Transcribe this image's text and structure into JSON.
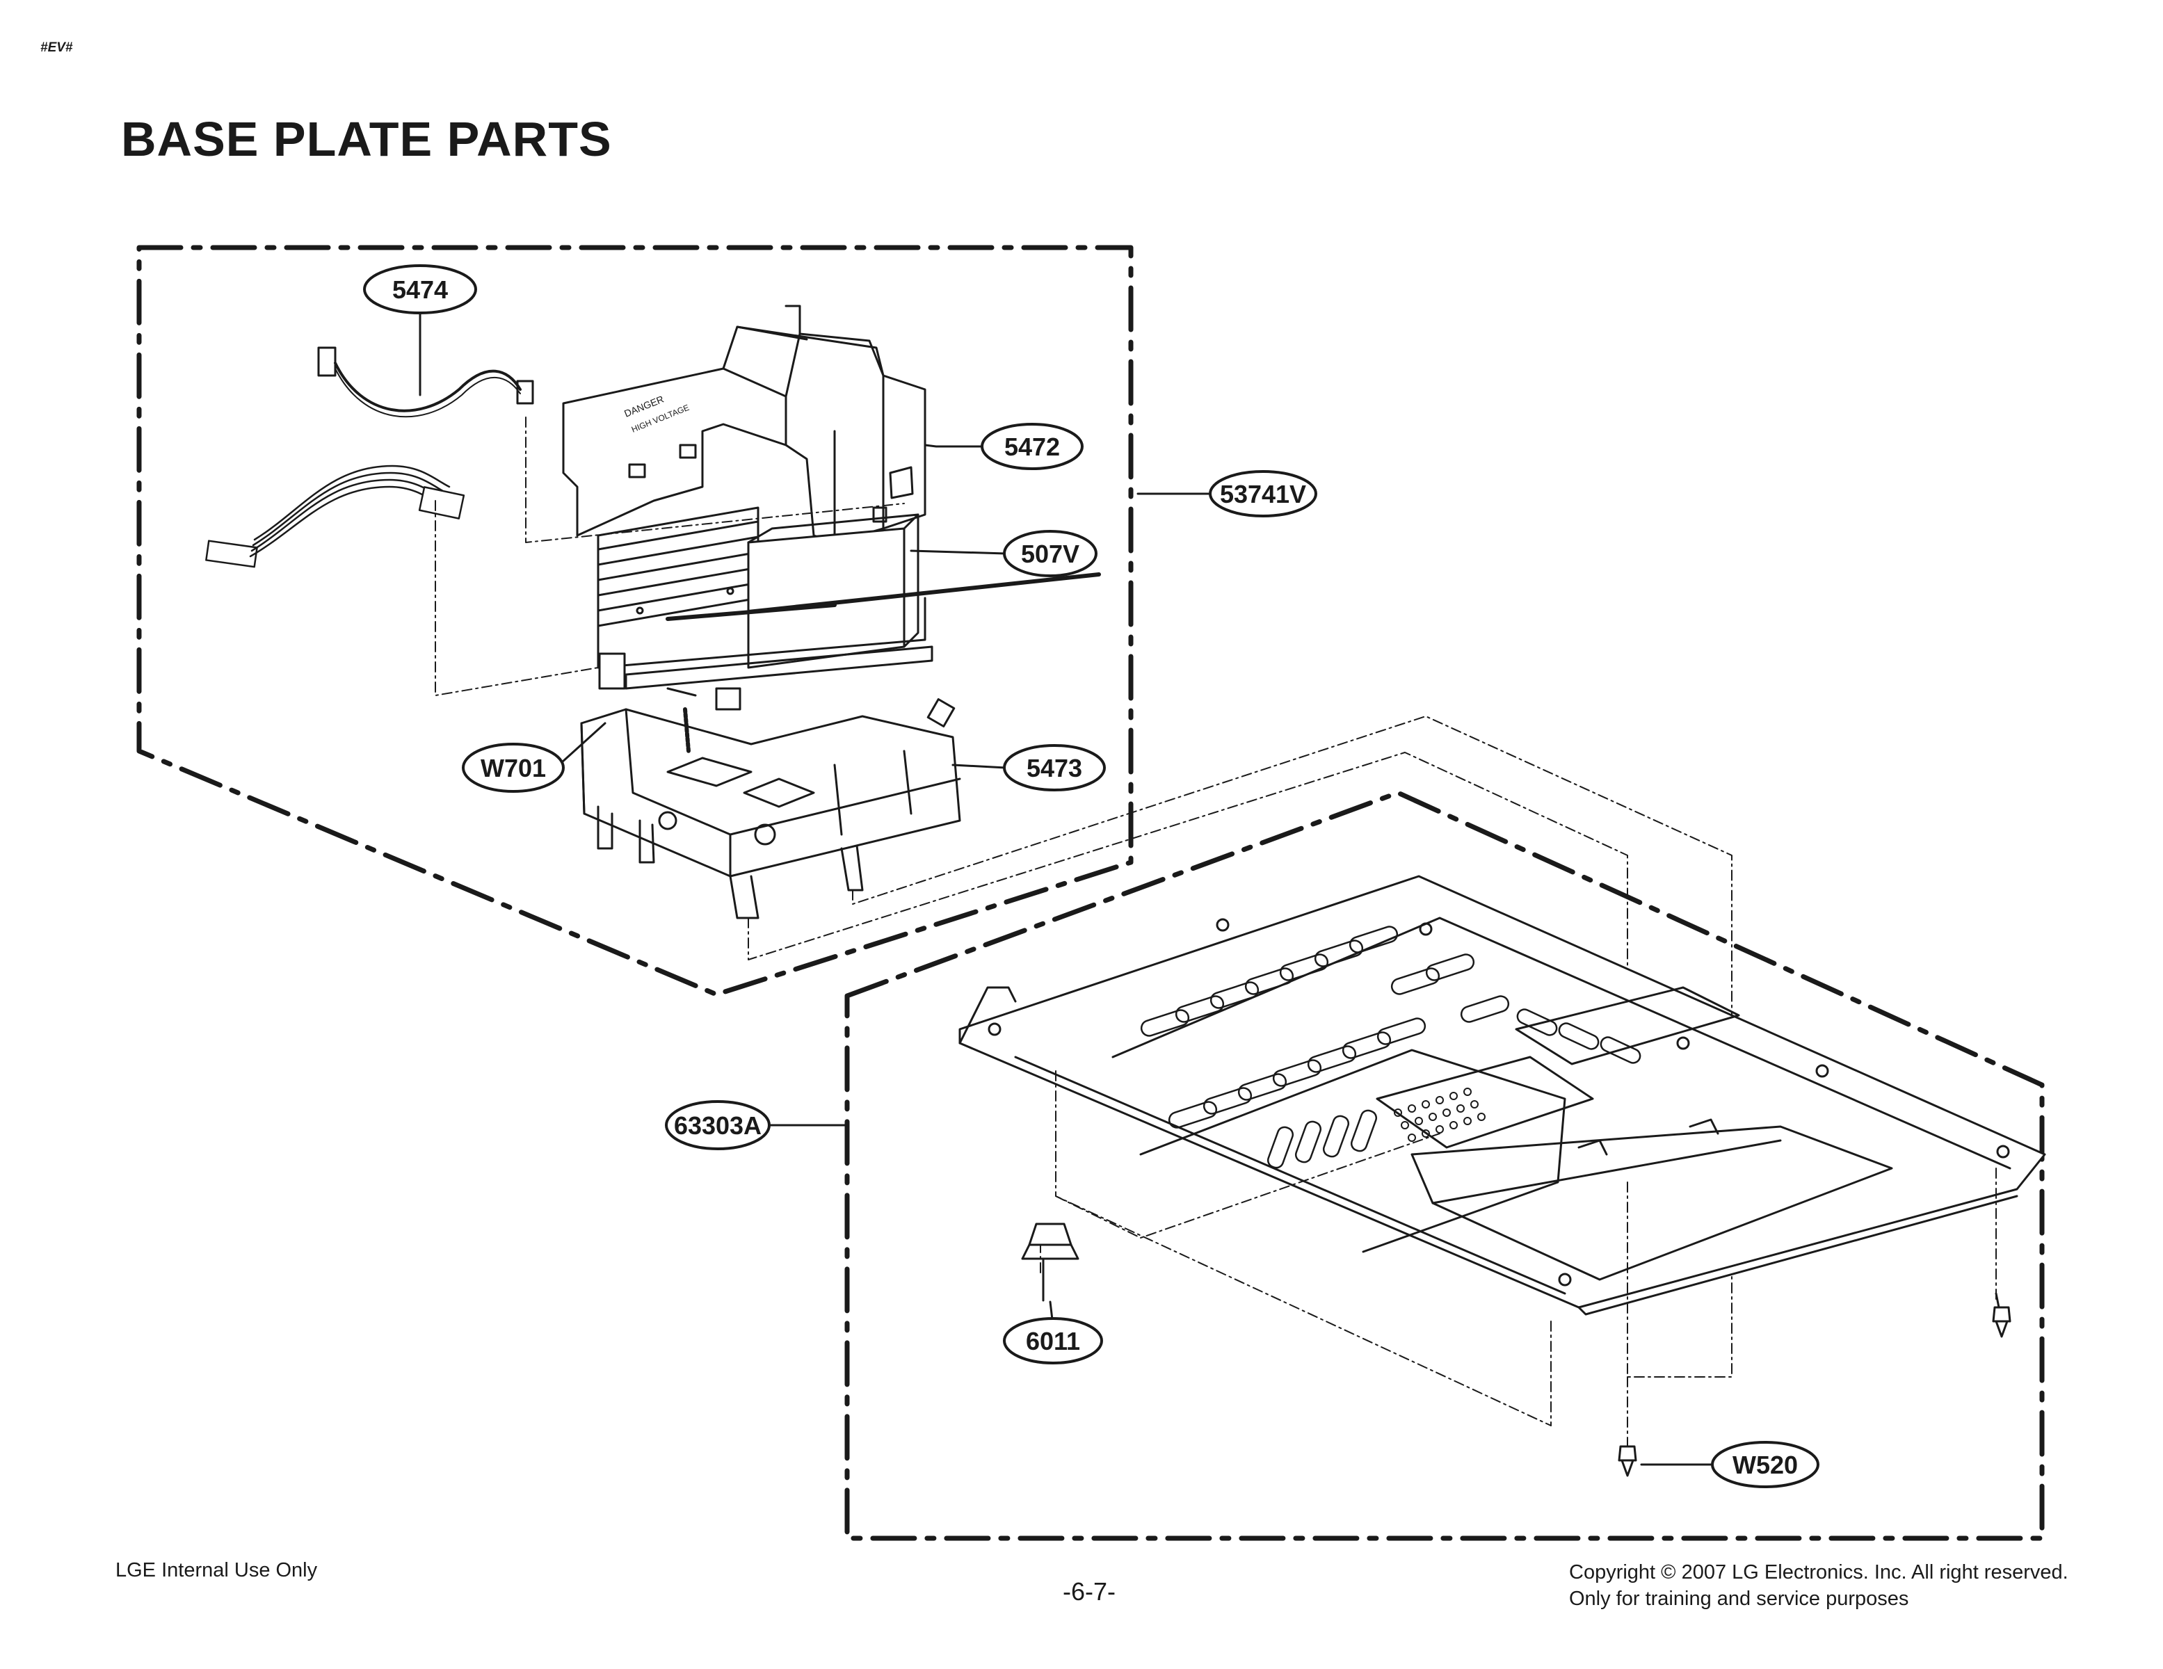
{
  "header_tag": "#EV#",
  "title": "BASE PLATE PARTS",
  "callouts": {
    "c5474": "5474",
    "c5472": "5472",
    "c53741V": "53741V",
    "c507V": "507V",
    "cW701": "W701",
    "c5473": "5473",
    "c63303A": "63303A",
    "c6011": "6011",
    "cW520": "W520"
  },
  "box_label_text": {
    "line1": "DANGER",
    "line2": "HIGH VOLTAGE"
  },
  "footer": {
    "left": "LGE Internal Use Only",
    "page": "-6-7-",
    "copyright": "Copyright © 2007 LG Electronics. Inc. All right reserved.",
    "purpose": "Only for training and service purposes"
  }
}
